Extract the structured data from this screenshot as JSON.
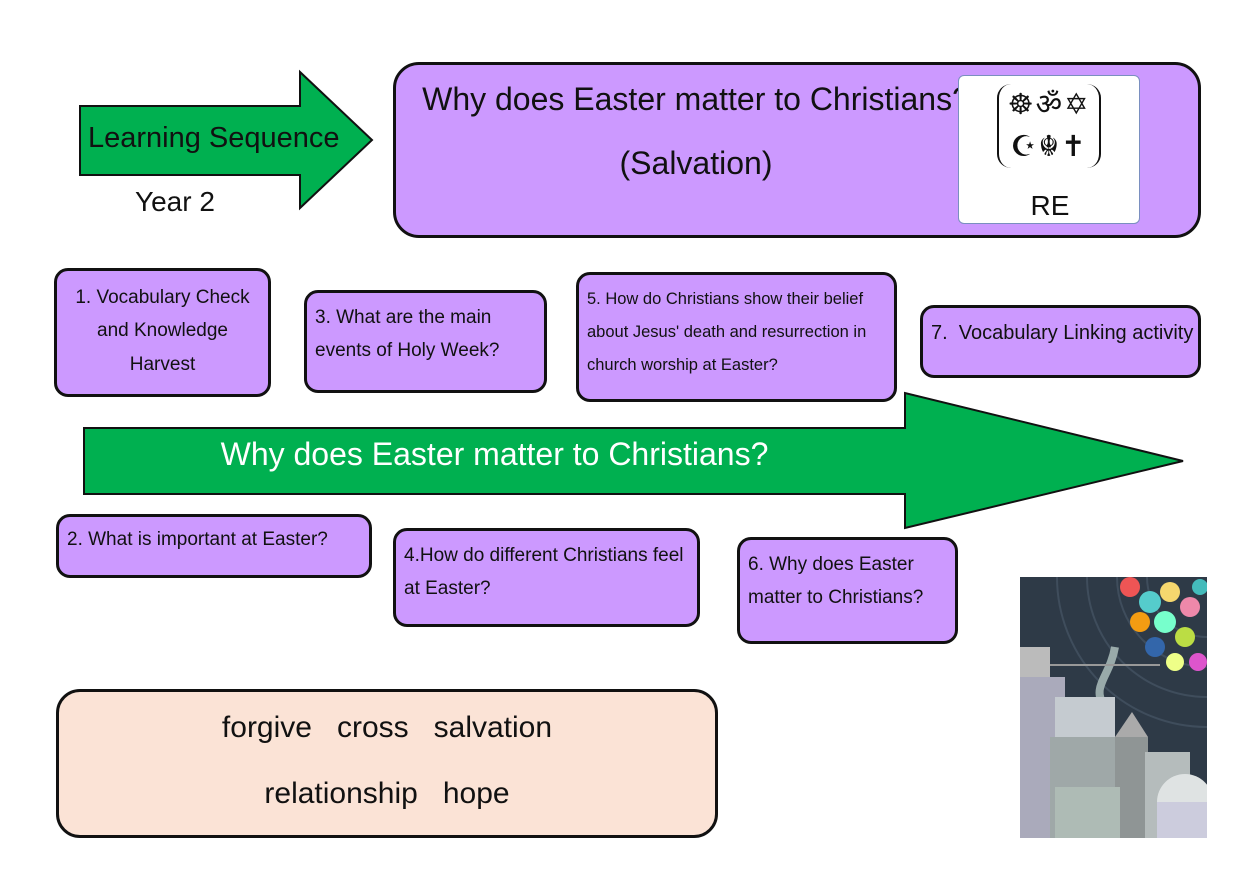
{
  "header": {
    "sequence_label": "Learning Sequence",
    "year": "Year 2",
    "title": "Why does Easter matter to Christians?",
    "subtitle": "(Salvation)",
    "subject_badge": "RE",
    "subject_icon": "world-religions-symbols-icon"
  },
  "lessons": [
    {
      "label": "1. Vocabulary Check and Knowledge Harvest"
    },
    {
      "label": "2. What is important at Easter?"
    },
    {
      "label": "3. What are the main events of Holy Week?"
    },
    {
      "label": "4.How do different Christians feel at Easter?"
    },
    {
      "label": "5. How do Christians show their belief about Jesus' death and resurrection in church worship at Easter?"
    },
    {
      "label": "6. Why does Easter matter to Christians?"
    },
    {
      "label": "7.  Vocabulary Linking activity"
    }
  ],
  "main_arrow": {
    "label": "Why does Easter matter to Christians?"
  },
  "vocabulary": {
    "line1": "forgive   cross   salvation",
    "line2": "relationship   hope"
  },
  "colors": {
    "purple": "#cc99ff",
    "green": "#00b050",
    "peach": "#fbe3d6"
  }
}
